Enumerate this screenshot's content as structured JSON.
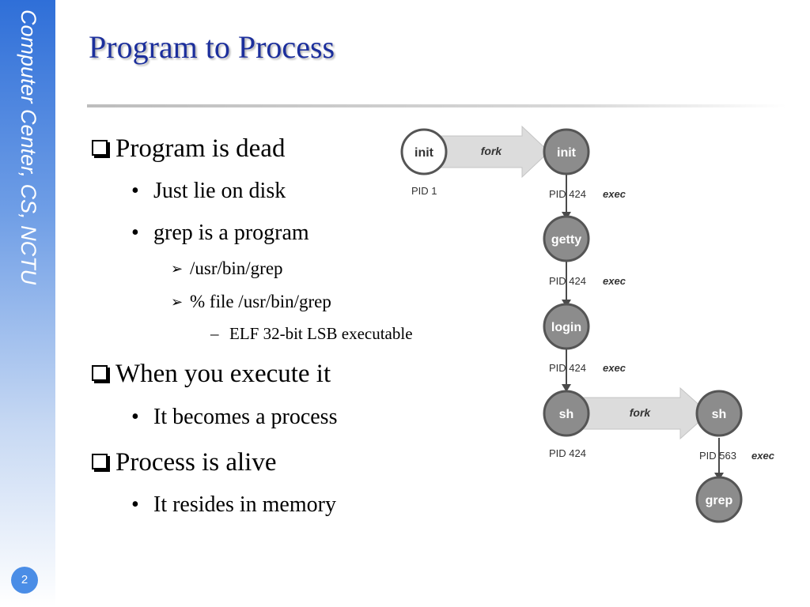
{
  "sidebar": {
    "label": "Computer Center, CS, NCTU",
    "page_number": "2"
  },
  "slide": {
    "title": "Program to Process",
    "bullets": [
      {
        "text": "Program is dead",
        "children": [
          {
            "text": "Just lie on disk"
          },
          {
            "text": "grep is a program",
            "children": [
              {
                "text": "/usr/bin/grep"
              },
              {
                "text": "% file /usr/bin/grep",
                "children": [
                  {
                    "text": "ELF 32-bit LSB executable"
                  }
                ]
              }
            ]
          }
        ]
      },
      {
        "text": "When you execute it",
        "children": [
          {
            "text": "It becomes a process"
          }
        ]
      },
      {
        "text": "Process is alive",
        "children": [
          {
            "text": "It resides in memory"
          }
        ]
      }
    ]
  },
  "diagram": {
    "nodes": [
      "init",
      "init",
      "getty",
      "login",
      "sh",
      "sh",
      "grep"
    ],
    "arrow_labels": [
      "fork",
      "exec",
      "fork"
    ],
    "pid_labels": [
      "PID 1",
      "PID 424",
      "PID 424",
      "PID 424",
      "PID 424",
      "PID 563"
    ],
    "colors": {
      "node_fill": "#8c8c8c",
      "node_text": "#ffffff",
      "fork_arrow": "#dcdcdc",
      "line": "#4a4a4a"
    }
  }
}
